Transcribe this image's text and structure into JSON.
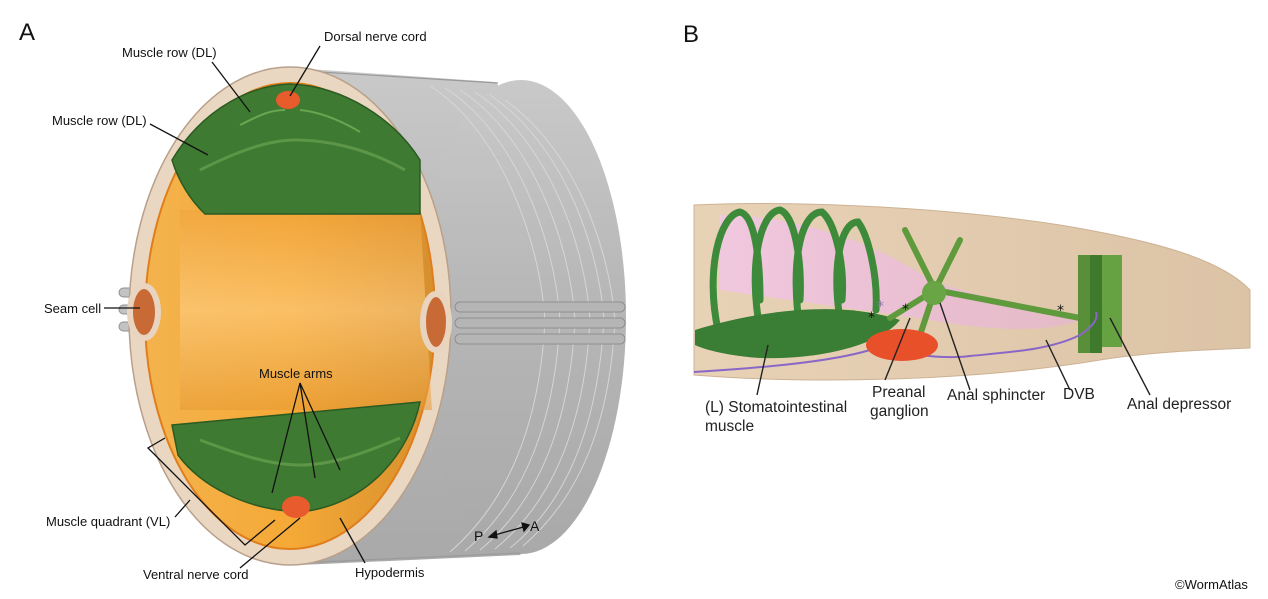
{
  "panels": {
    "a": {
      "letter": "A",
      "labels": {
        "muscle_row_top": "Muscle row (DL)",
        "muscle_row_left": "Muscle row (DL)",
        "dorsal_nerve_cord": "Dorsal nerve cord",
        "seam_cell": "Seam cell",
        "muscle_arms": "Muscle arms",
        "muscle_quadrant": "Muscle quadrant (VL)",
        "ventral_nerve_cord": "Ventral nerve cord",
        "hypodermis": "Hypodermis"
      },
      "axis": {
        "posterior": "P",
        "anterior": "A"
      }
    },
    "b": {
      "letter": "B",
      "labels": {
        "stomatointestinal_1": "(L) Stomatointestinal",
        "stomatointestinal_2": "muscle",
        "preanal_1": "Preanal",
        "preanal_2": "ganglion",
        "anal_sphincter": "Anal sphincter",
        "dvb": "DVB",
        "anal_depressor": "Anal depressor"
      }
    }
  },
  "copyright": "©WormAtlas"
}
